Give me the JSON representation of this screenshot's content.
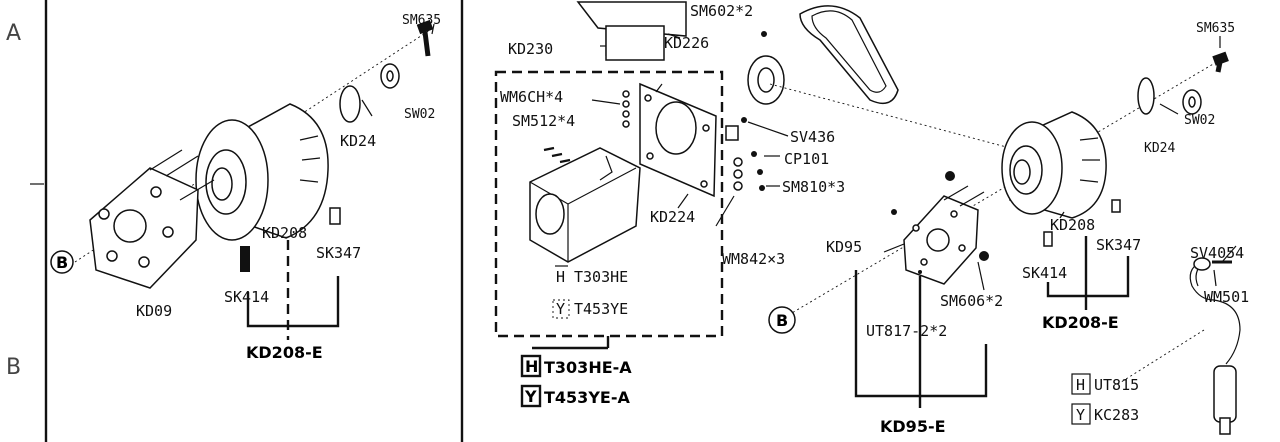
{
  "margin": {
    "row_a": "A",
    "row_b": "B"
  },
  "left_assembly": {
    "labels": {
      "sm635": "SM635",
      "sw02": "SW02",
      "kd24": "KD24",
      "kd208": "KD208",
      "sk347": "SK347",
      "sk414": "SK414",
      "kd09": "KD09",
      "b_marker": "B"
    },
    "group_label": "KD208-E"
  },
  "center_assembly": {
    "labels": {
      "sm602": "SM602*2",
      "kd230": "KD230",
      "kd226": "KD226",
      "wm6ch": "WM6CH*4",
      "sm512": "SM512*4",
      "sv436": "SV436",
      "cp101": "CP101",
      "sm810": "SM810*3",
      "kd224": "KD224",
      "wm842": "WM842×3",
      "h_t303he": "T303HE",
      "y_t453ye": "T453YE"
    },
    "variant_h": {
      "mark": "H",
      "code": "T303HE-A"
    },
    "variant_y": {
      "mark": "Y",
      "code": "T453YE-A"
    }
  },
  "right_assembly": {
    "labels": {
      "sm635": "SM635",
      "sw02": "SW02",
      "kd24": "KD24",
      "kd208": "KD208",
      "sk347": "SK347",
      "sk414": "SK414",
      "kd95": "KD95",
      "sm606": "SM606*2",
      "ut817": "UT817-2*2",
      "sv4054": "SV4054",
      "wm501": "WM501",
      "b_marker": "B"
    },
    "group_kd208": "KD208-E",
    "group_kd95": "KD95-E",
    "variant_h": {
      "mark": "H",
      "code": "UT815"
    },
    "variant_y": {
      "mark": "Y",
      "code": "KC283"
    }
  }
}
